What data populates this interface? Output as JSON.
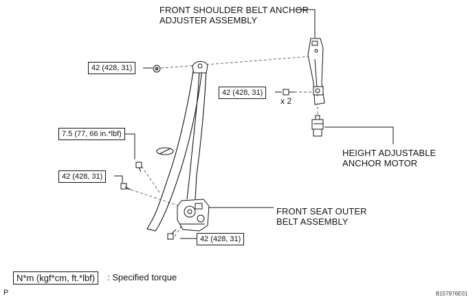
{
  "labels": {
    "shoulder_anchor_line1": "FRONT SHOULDER BELT ANCHOR",
    "shoulder_anchor_line2": "ADJUSTER ASSEMBLY",
    "motor_line1": "HEIGHT ADJUSTABLE",
    "motor_line2": "ANCHOR MOTOR",
    "outer_belt_line1": "FRONT SEAT OUTER",
    "outer_belt_line2": "BELT ASSEMBLY"
  },
  "torque_specs": [
    {
      "value": "42 (428, 31)"
    },
    {
      "value": "42 (428, 31)",
      "multiplier": "x 2"
    },
    {
      "value": "7.5 (77, 66 in.*lbf)"
    },
    {
      "value": "42 (428, 31)"
    },
    {
      "value": "42 (428, 31)"
    }
  ],
  "legend": {
    "unit_box": "N*m (kgf*cm, ft.*lbf)",
    "description": ": Specified torque"
  },
  "corner_mark": "P",
  "figure_id": "B157976E01"
}
